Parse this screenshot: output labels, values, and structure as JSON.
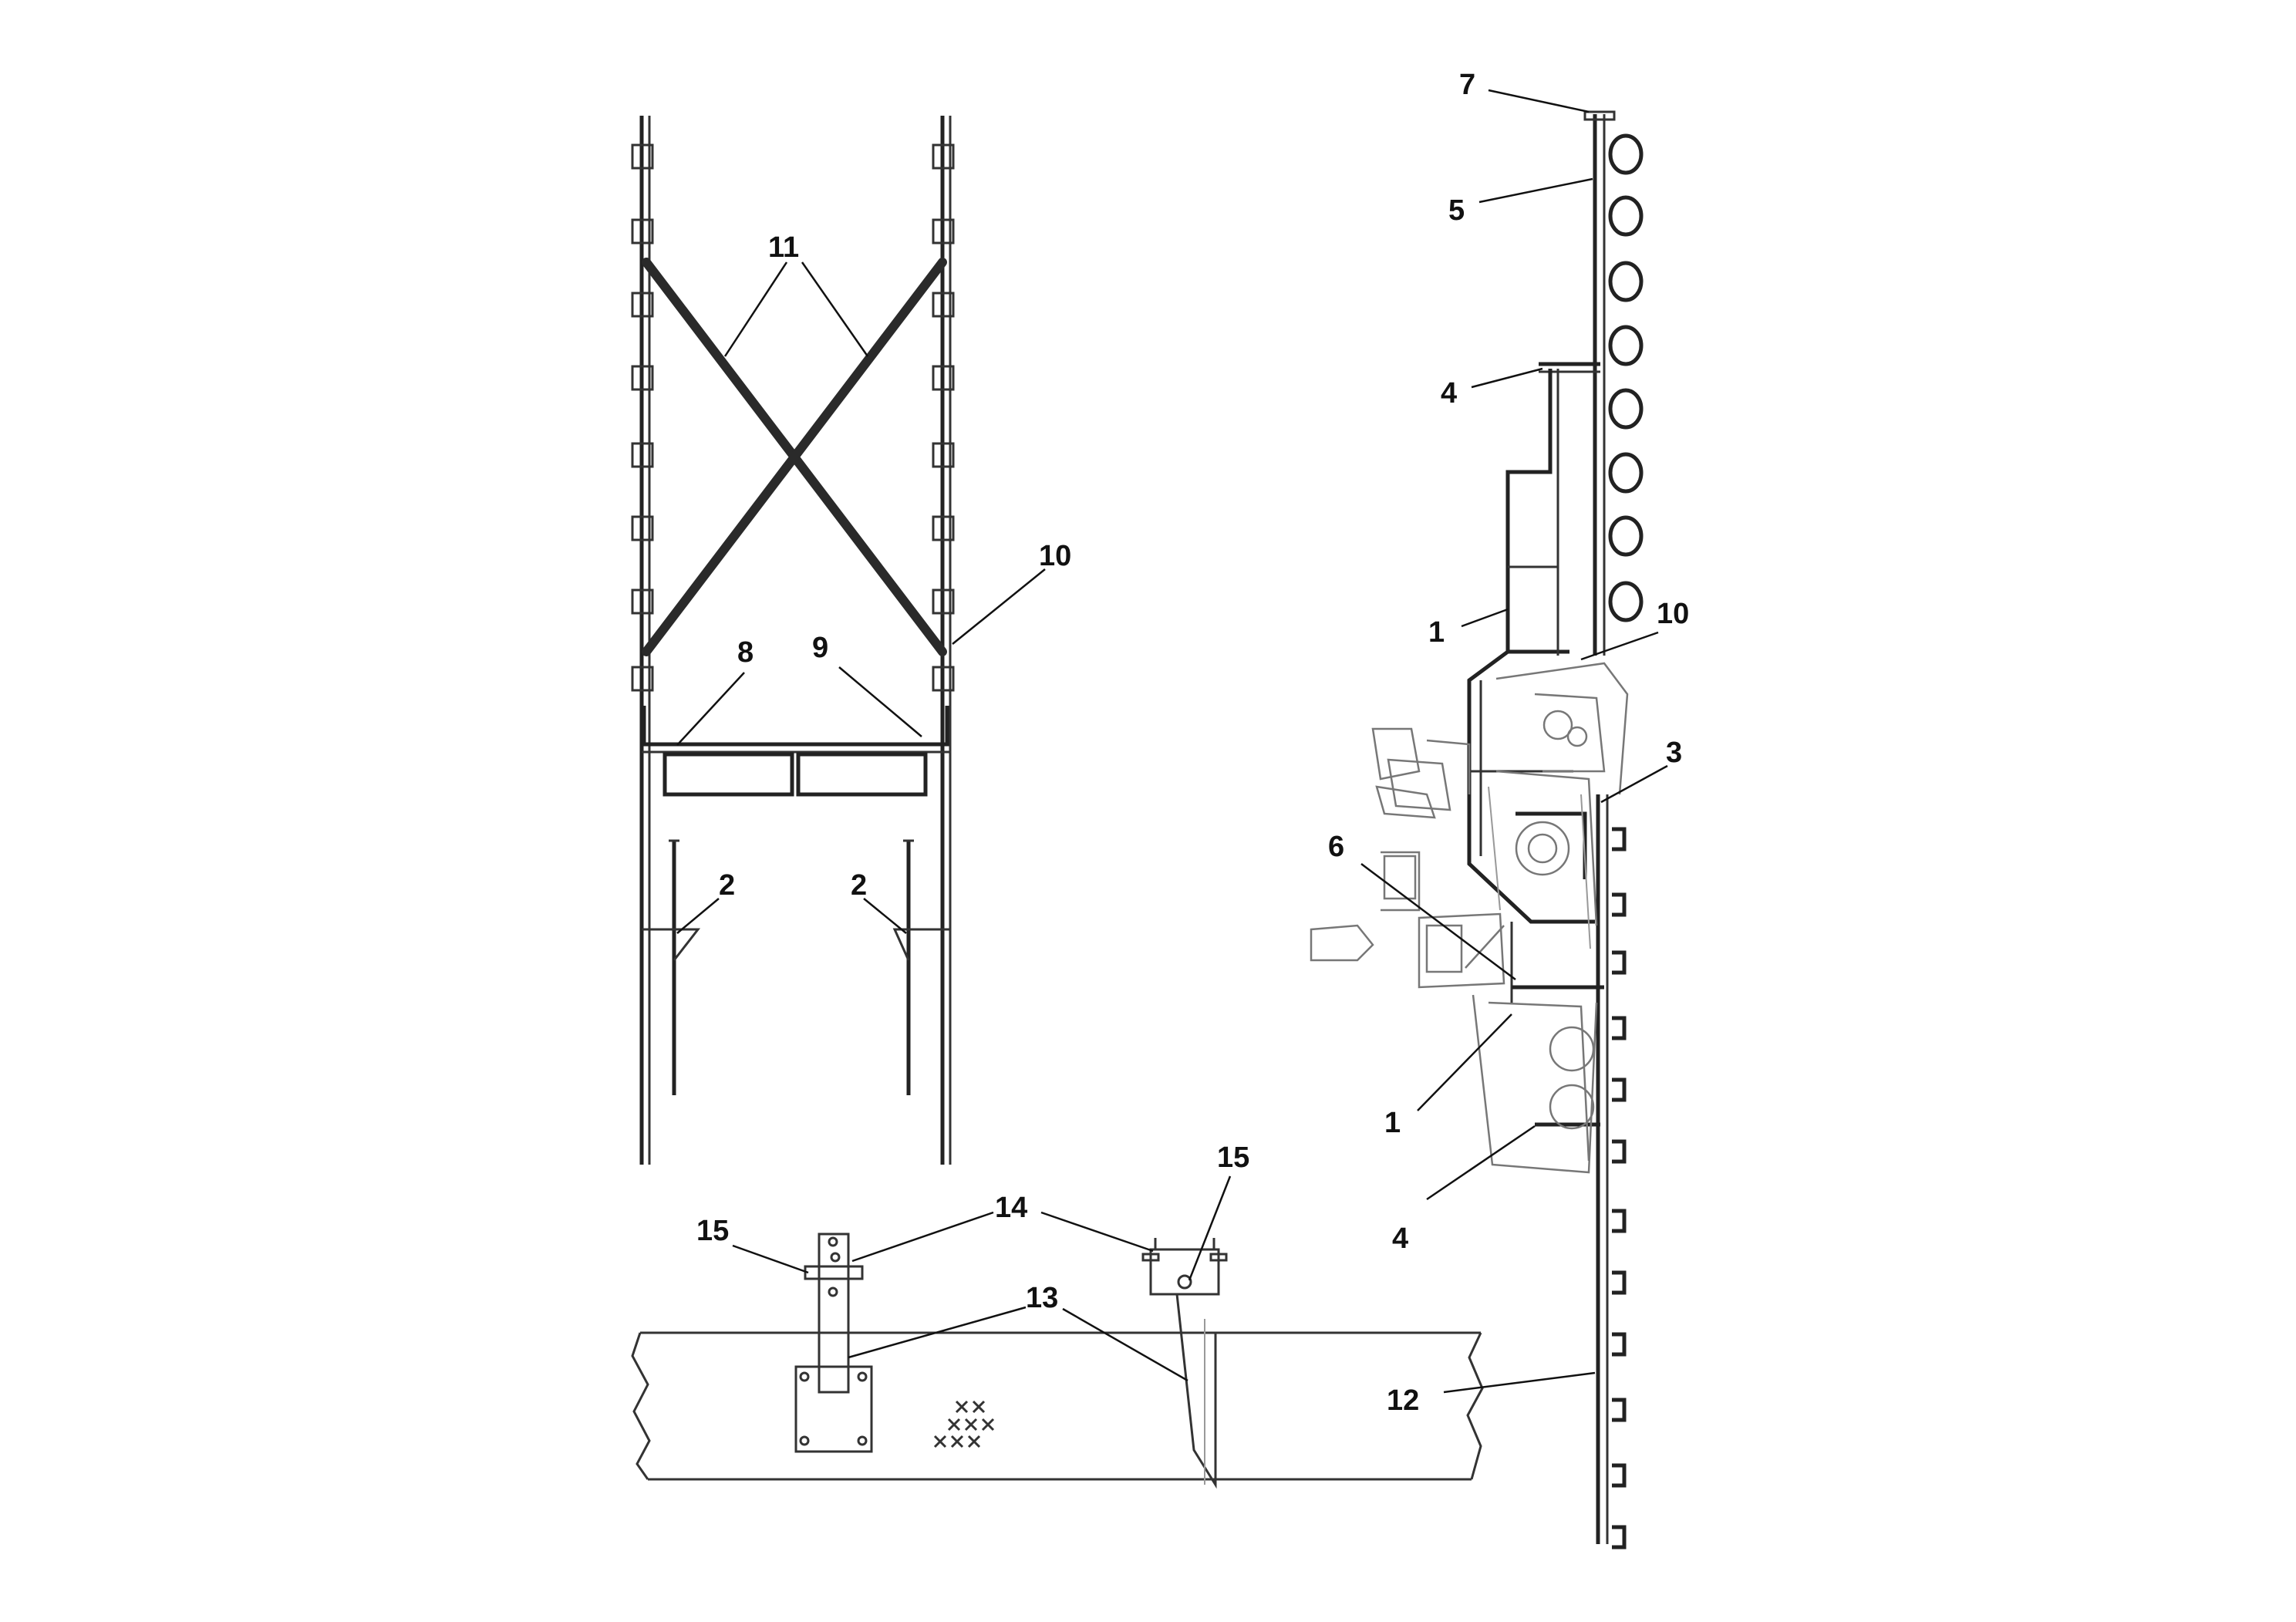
{
  "callouts": {
    "c7": "7",
    "c5": "5",
    "c4_top": "4",
    "c1_top": "1",
    "c10_right": "10",
    "c3": "3",
    "c6": "6",
    "c1_bottom": "1",
    "c4_bottom": "4",
    "c12": "12",
    "c11": "11",
    "c10_left": "10",
    "c8": "8",
    "c9": "9",
    "c2_left": "2",
    "c2_right": "2",
    "c15_left": "15",
    "c14": "14",
    "c13": "13",
    "c15_right": "15"
  },
  "colors": {
    "line": "#222222",
    "background": "#ffffff"
  }
}
